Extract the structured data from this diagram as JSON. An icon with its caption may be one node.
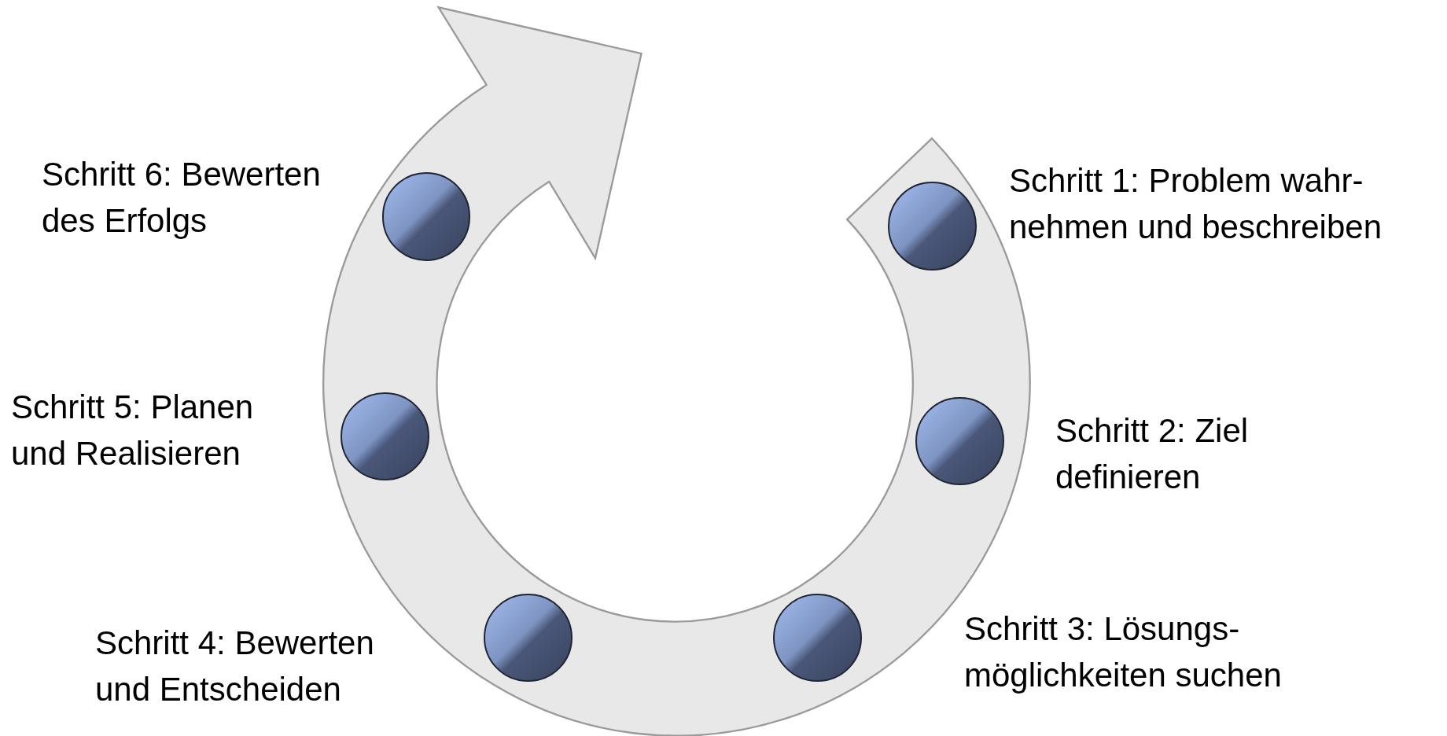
{
  "diagram": {
    "nodes": [
      {
        "text": [],
        "shape": "circle",
        "beside": [
          "Schritt 1: Problem wahr- nehmen und beschreiben"
        ]
      },
      {
        "text": [],
        "shape": "circle",
        "beside": [
          "Schritt 2: Ziel definieren"
        ]
      },
      {
        "text": [],
        "shape": "circle",
        "beside": [
          "Schritt 3: Lösungs- möglichkeiten suchen"
        ]
      },
      {
        "text": [],
        "shape": "circle",
        "beside": [
          "Schritt 4: Bewerten und Entscheiden"
        ]
      },
      {
        "text": [],
        "shape": "circle",
        "beside": [
          "Schritt 5: Planen und Realisieren"
        ]
      },
      {
        "text": [],
        "shape": "circle",
        "beside": [
          "Schritt 6: Bewerten des Erfolgs"
        ]
      }
    ]
  }
}
